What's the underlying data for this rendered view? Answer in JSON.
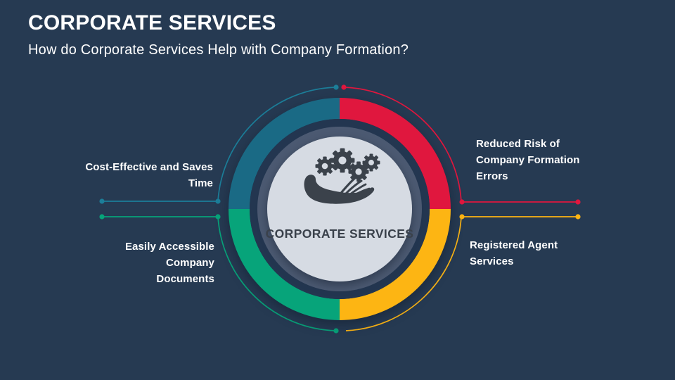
{
  "slide": {
    "title": "CORPORATE SERVICES",
    "subtitle": "How do Corporate Services Help with Company Formation?"
  },
  "diagram": {
    "center_label": "CORPORATE SERVICES",
    "center_icon": "hand-holding-gears-icon",
    "items": [
      {
        "position": "top-left",
        "label": "Cost-Effective and Saves Time",
        "lines": [
          "Cost-Effective and Saves",
          "Time"
        ],
        "color": "#1A6A85"
      },
      {
        "position": "top-right",
        "label": "Reduced Risk of Company Formation Errors",
        "lines": [
          "Reduced Risk of",
          "Company Formation",
          "Errors"
        ],
        "color": "#E0173E"
      },
      {
        "position": "bottom-left",
        "label": "Easily Accessible Company Documents",
        "lines": [
          "Easily Accessible Company",
          "Documents"
        ],
        "color": "#07A47A"
      },
      {
        "position": "bottom-right",
        "label": "Registered Agent Services",
        "lines": [
          "Registered Agent",
          "Services"
        ],
        "color": "#FDB513"
      }
    ]
  },
  "colors": {
    "background": "#263A52",
    "teal": "#1A6A85",
    "red": "#E0173E",
    "green": "#07A47A",
    "yellow": "#FDB513",
    "inner_circle": "#D6DBE3",
    "slate_ring": "#4C5A72",
    "navy_ring": "#233650",
    "icon": "#3B424B",
    "text_light": "#FFFFFF",
    "text_dark": "#3A414B"
  }
}
